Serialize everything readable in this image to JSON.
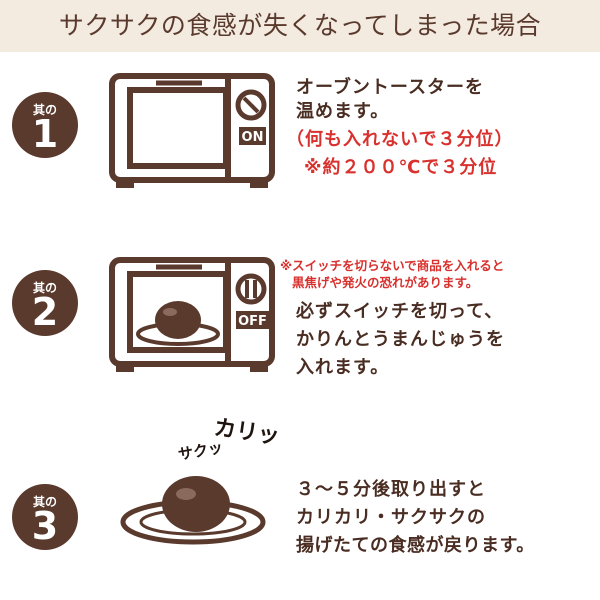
{
  "header": {
    "title": "サクサクの食感が失くなってしまった場合"
  },
  "steps": [
    {
      "badge_label": "其の",
      "badge_number": "1",
      "oven_button_label": "ON",
      "text_lines": [
        "オーブントースターを",
        "温めます。"
      ],
      "note_lines": [
        "（何も入れないで３分位）",
        "※約２００℃で３分位"
      ]
    },
    {
      "badge_label": "其の",
      "badge_number": "2",
      "oven_button_label": "OFF",
      "warning_lines": [
        "※スイッチを切らないで商品を入れると",
        "黒焦げや発火の恐れがあります。"
      ],
      "text_lines": [
        "必ずスイッチを切って、",
        "かりんとうまんじゅうを",
        "入れます。"
      ]
    },
    {
      "badge_label": "其の",
      "badge_number": "3",
      "sfx_top": "カリッ",
      "sfx_side": "サクッ",
      "text_lines": [
        "３～５分後取り出すと",
        "カリカリ・サクサクの",
        "揚げたての食感が戻ります。"
      ]
    }
  ],
  "colors": {
    "brown": "#5b3a2e",
    "red": "#d8312e",
    "header_bg": "#f3ebe0"
  }
}
